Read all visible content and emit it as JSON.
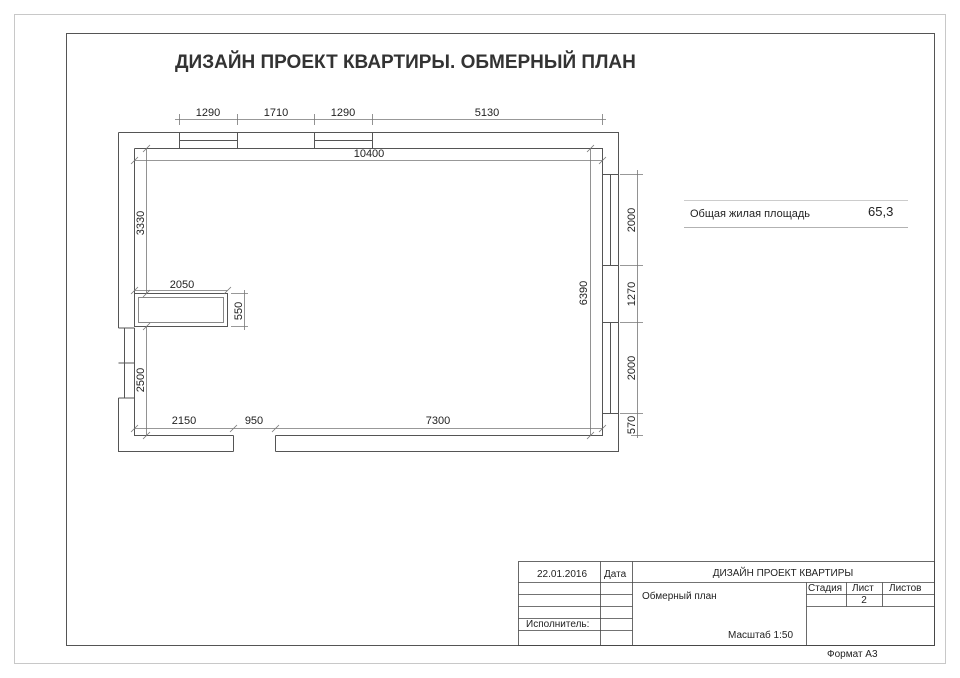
{
  "title": "ДИЗАЙН ПРОЕКТ КВАРТИРЫ. ОБМЕРНЫЙ ПЛАН",
  "dimensions": {
    "top_window_1": "1290",
    "top_gap_1": "1710",
    "top_window_2": "1290",
    "top_gap_2": "5130",
    "overall_width": "10400",
    "left_upper": "3330",
    "niche_length": "2050",
    "niche_depth": "550",
    "left_lower": "2500",
    "right_height": "6390",
    "right_window_1": "2000",
    "right_pier": "1270",
    "right_window_2": "2000",
    "right_corner": "570",
    "bottom_left": "2150",
    "door_opening": "950",
    "bottom_right": "7300"
  },
  "area": {
    "label": "Общая жилая площадь",
    "value": "65,3"
  },
  "stamp": {
    "date_value": "22.01.2016",
    "date_label": "Дата",
    "project_title": "ДИЗАЙН ПРОЕКТ КВАРТИРЫ",
    "stage_label": "Стадия",
    "sheet_label": "Лист",
    "sheets_label": "Листов",
    "sheet_number": "2",
    "sheet_name": "Обмерный план",
    "performer_label": "Исполнитель:",
    "scale": "Масштаб 1:50",
    "format": "Формат А3"
  }
}
